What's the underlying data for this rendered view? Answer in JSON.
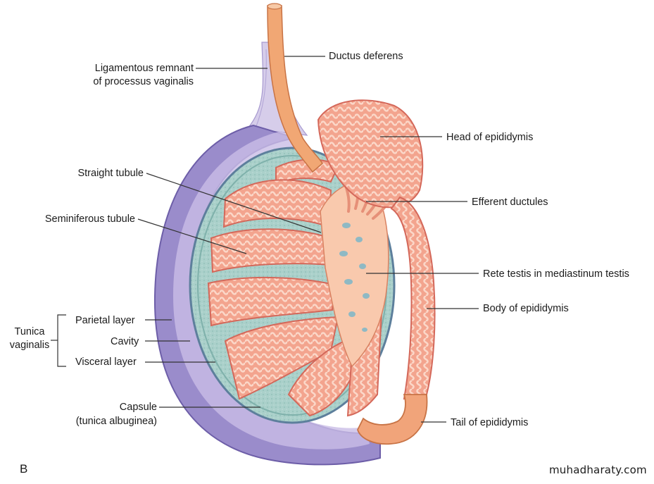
{
  "labels": {
    "ductus_deferens": "Ductus deferens",
    "ligamentous_1": "Ligamentous remnant",
    "ligamentous_2": "of processus vaginalis",
    "head_epididymis": "Head of epididymis",
    "straight_tubule": "Straight tubule",
    "efferent_ductules": "Efferent ductules",
    "seminiferous_tubule": "Seminiferous tubule",
    "rete_testis": "Rete testis in mediastinum testis",
    "body_epididymis": "Body of epididymis",
    "tunica_1": "Tunica",
    "tunica_2": "vaginalis",
    "parietal_layer": "Parietal layer",
    "cavity": "Cavity",
    "visceral_layer": "Visceral layer",
    "capsule_1": "Capsule",
    "capsule_2": "(tunica albuginea)",
    "tail_epididymis": "Tail of epididymis"
  },
  "figure_letter": "B",
  "watermark": "muhadharaty.com",
  "colors": {
    "tunica_purple": "#9e8fd0",
    "tunica_light": "#d7cdee",
    "capsule_teal": "#a9cfc9",
    "tubule_pink": "#f0a08c",
    "tubule_light": "#fbd0bf",
    "duct_orange": "#f0a472",
    "leader_line": "#333333"
  }
}
